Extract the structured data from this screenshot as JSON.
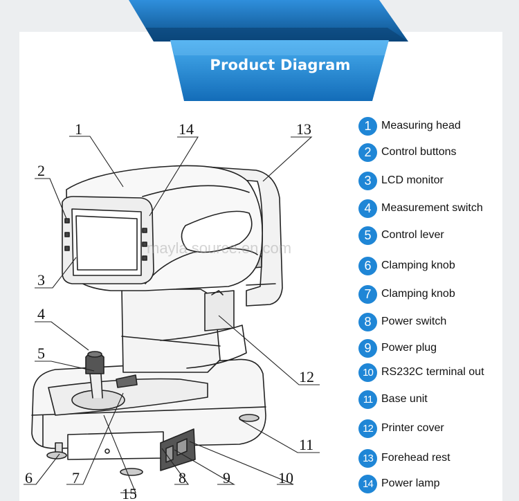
{
  "title": "Product Diagram",
  "watermark": "mayla source.en.com",
  "colors": {
    "accent": "#1f86d6",
    "banner_dark": "#0f5a99",
    "banner_light": "#3aa0e8"
  },
  "callouts": [
    "1",
    "14",
    "13",
    "2",
    "3",
    "4",
    "5",
    "12",
    "11",
    "6",
    "7",
    "8",
    "9",
    "10",
    "15"
  ],
  "legend": [
    {
      "num": "1",
      "label": "Measuring head"
    },
    {
      "num": "2",
      "label": "Control buttons"
    },
    {
      "num": "3",
      "label": "LCD monitor"
    },
    {
      "num": "4",
      "label": "Measurement switch"
    },
    {
      "num": "5",
      "label": "Control lever"
    },
    {
      "num": "6",
      "label": "Clamping knob"
    },
    {
      "num": "7",
      "label": "Clamping knob"
    },
    {
      "num": "8",
      "label": "Power switch"
    },
    {
      "num": "9",
      "label": "Power plug"
    },
    {
      "num": "10",
      "label": "RS232C terminal out"
    },
    {
      "num": "11",
      "label": "Base unit"
    },
    {
      "num": "12",
      "label": "Printer cover"
    },
    {
      "num": "13",
      "label": "Forehead rest"
    },
    {
      "num": "14",
      "label": "Power lamp"
    }
  ]
}
